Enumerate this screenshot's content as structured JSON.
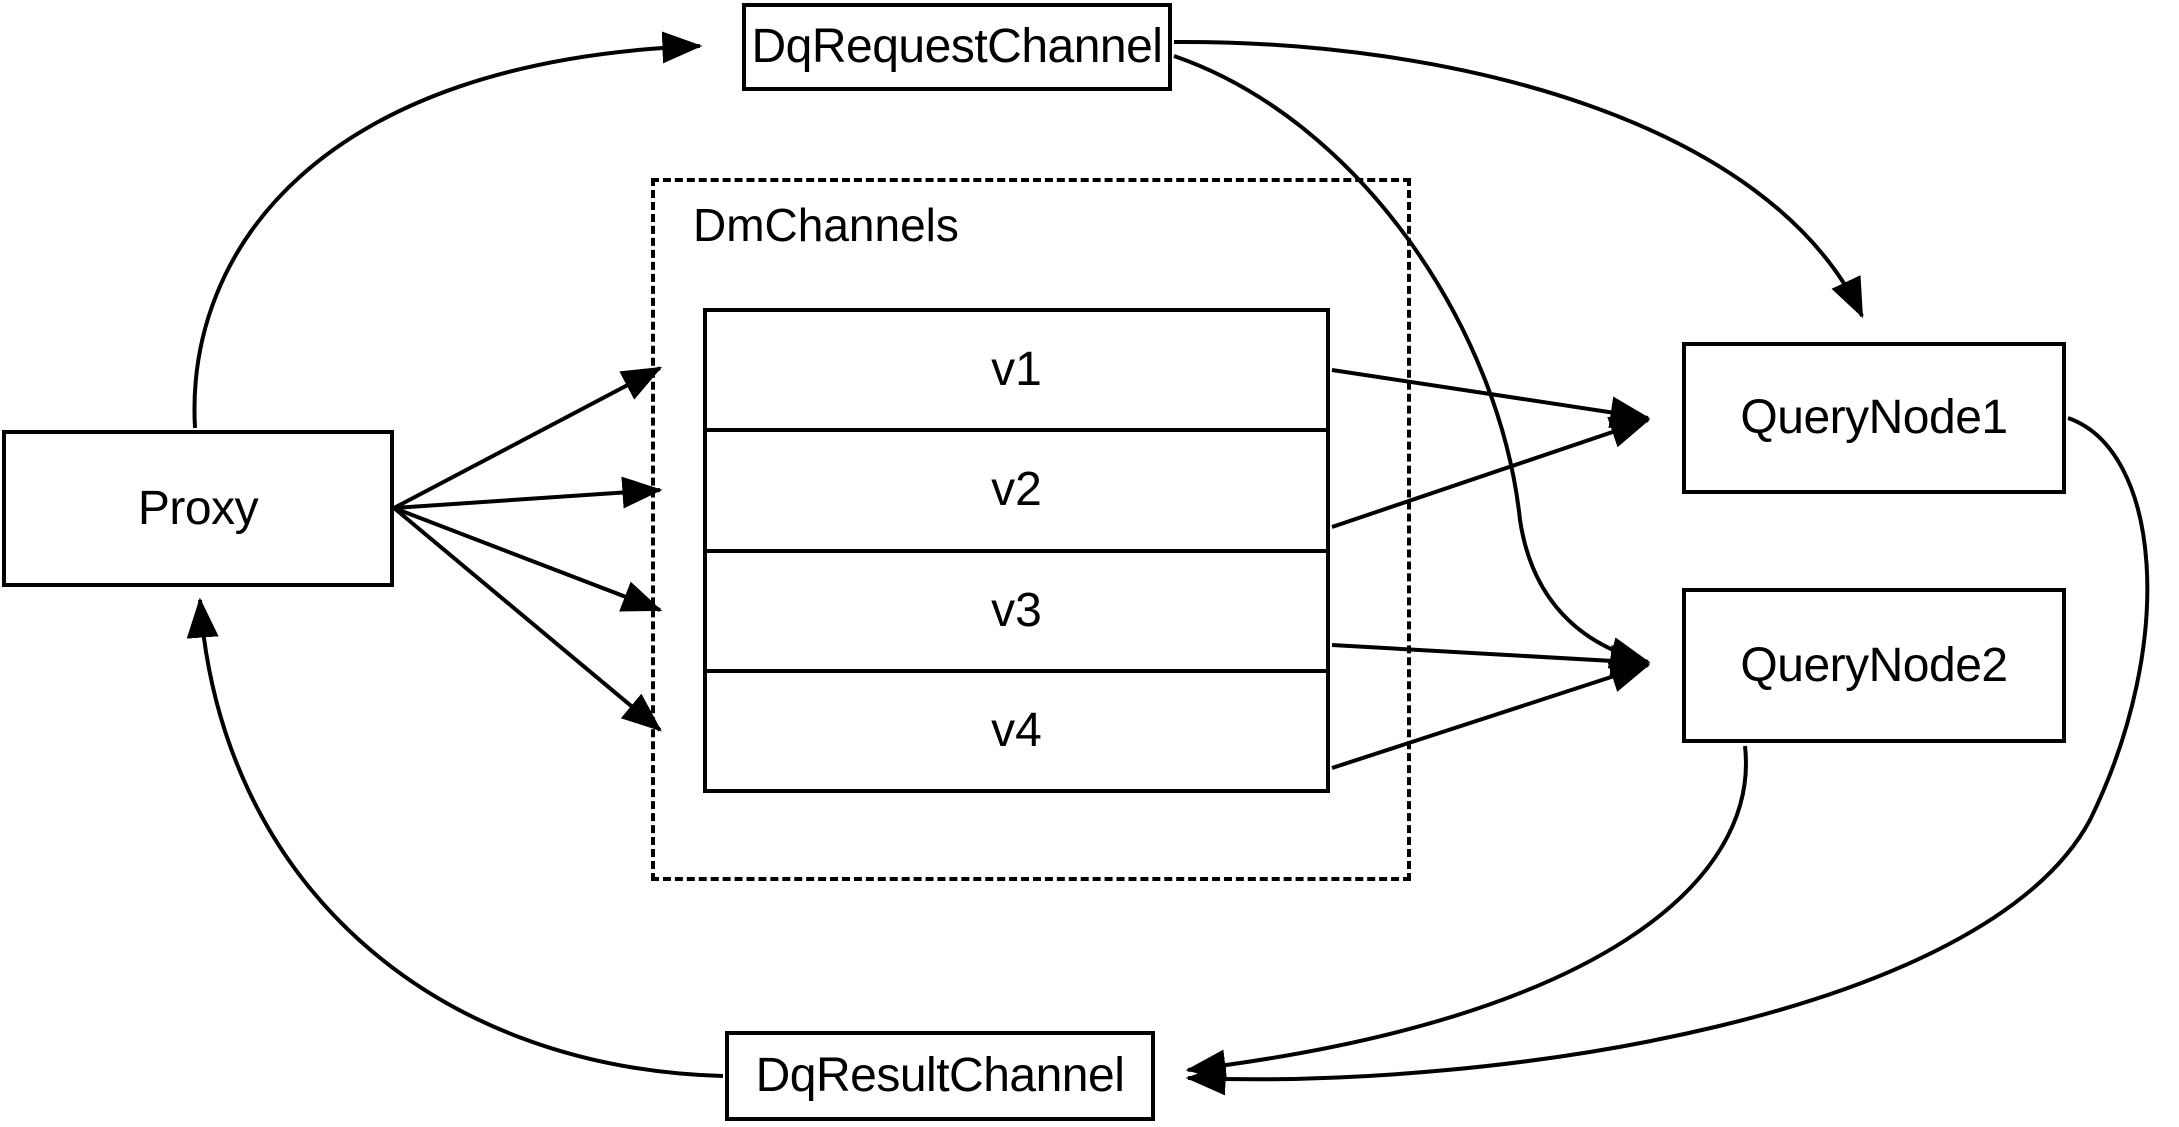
{
  "diagram": {
    "title": "Milvus distributed query channel flow",
    "background_color": "#ffffff",
    "stroke_color": "#000000",
    "nodes": {
      "proxy": {
        "label": "Proxy"
      },
      "dq_request_channel": {
        "label": "DqRequestChannel"
      },
      "dq_result_channel": {
        "label": "DqResultChannel"
      },
      "query_node_1": {
        "label": "QueryNode1"
      },
      "query_node_2": {
        "label": "QueryNode2"
      }
    },
    "group": {
      "label": "DmChannels",
      "border_style": "dashed",
      "channels": [
        {
          "label": "v1"
        },
        {
          "label": "v2"
        },
        {
          "label": "v3"
        },
        {
          "label": "v4"
        }
      ]
    },
    "edges": [
      {
        "from": "Proxy",
        "to": "DqRequestChannel",
        "style": "curved",
        "arrow": "to"
      },
      {
        "from": "Proxy",
        "to": "v1",
        "style": "straight",
        "arrow": "to"
      },
      {
        "from": "Proxy",
        "to": "v2",
        "style": "straight",
        "arrow": "to"
      },
      {
        "from": "Proxy",
        "to": "v3",
        "style": "straight",
        "arrow": "to"
      },
      {
        "from": "Proxy",
        "to": "v4",
        "style": "straight",
        "arrow": "to"
      },
      {
        "from": "v1",
        "to": "QueryNode1",
        "style": "straight",
        "arrow": "to"
      },
      {
        "from": "v2",
        "to": "QueryNode1",
        "style": "straight",
        "arrow": "to"
      },
      {
        "from": "v3",
        "to": "QueryNode2",
        "style": "straight",
        "arrow": "to"
      },
      {
        "from": "v4",
        "to": "QueryNode2",
        "style": "straight",
        "arrow": "to"
      },
      {
        "from": "DqRequestChannel",
        "to": "QueryNode1",
        "style": "curved",
        "arrow": "to"
      },
      {
        "from": "DqRequestChannel",
        "to": "QueryNode2",
        "style": "curved",
        "arrow": "to"
      },
      {
        "from": "QueryNode1",
        "to": "DqResultChannel",
        "style": "curved",
        "arrow": "to"
      },
      {
        "from": "QueryNode2",
        "to": "DqResultChannel",
        "style": "curved",
        "arrow": "to"
      },
      {
        "from": "DqResultChannel",
        "to": "Proxy",
        "style": "curved",
        "arrow": "to"
      }
    ]
  }
}
